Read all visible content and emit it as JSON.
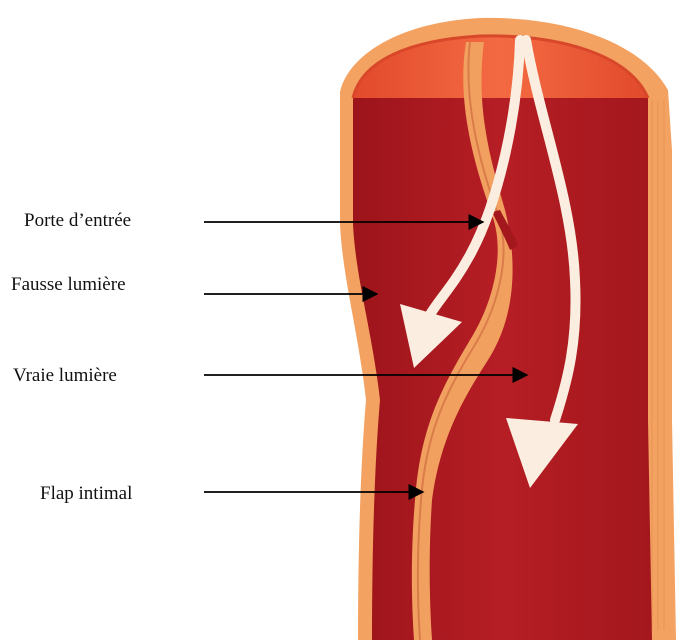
{
  "labels": {
    "porte_entree": "Porte d’entrée",
    "fausse_lumiere": "Fausse lumière",
    "vraie_lumiere": "Vraie lumière",
    "flap_intimal": "Flap intimal"
  },
  "colors": {
    "vessel_lumen": "#b01c22",
    "vessel_dark": "#8e1118",
    "wall_outer": "#f2a05c",
    "wall_inner": "#e6874a",
    "top_cap": "#ef5b37",
    "flap": "#f4a968",
    "flow_arrow": "#fbeee0",
    "leader_line": "#000000"
  }
}
